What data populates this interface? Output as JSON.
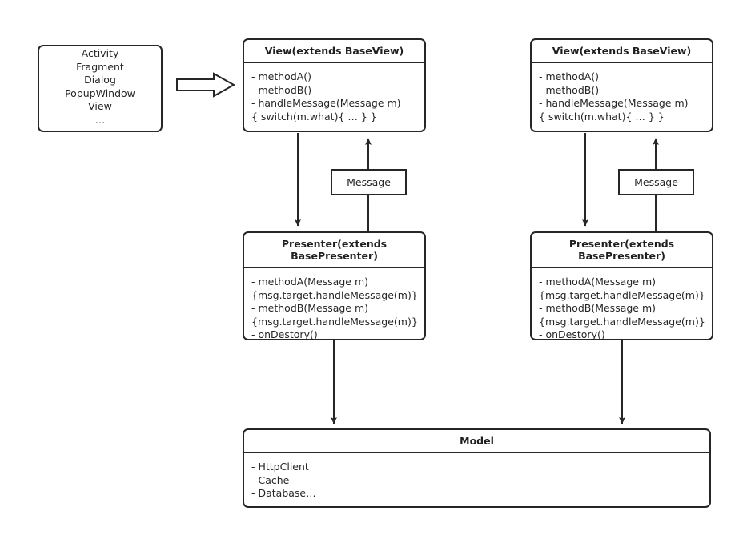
{
  "diagram": {
    "title": "MVP architecture with Message passing",
    "type": "uml-class-diagram",
    "background_color": "#ffffff",
    "stroke_color": "#262626",
    "text_color": "#262626"
  },
  "source_box": {
    "text": "Activity\nFragment\nDialog\nPopupWindow\nView\n…"
  },
  "transition_arrow": {
    "icon": "block-arrow-right"
  },
  "columns": [
    {
      "id": "left",
      "view": {
        "title": "View(extends BaseView)",
        "members": "- methodA()\n- methodB()\n- handleMessage(Message m)\n { switch(m.what){ … } }"
      },
      "message": {
        "label": "Message"
      },
      "presenter": {
        "title": "Presenter(extends\nBasePresenter)",
        "members": "- methodA(Message m)\n{msg.target.handleMessage(m)}\n- methodB(Message m)\n{msg.target.handleMessage(m)}\n- onDestory()"
      }
    },
    {
      "id": "right",
      "view": {
        "title": "View(extends BaseView)",
        "members": "- methodA()\n- methodB()\n- handleMessage(Message m)\n { switch(m.what){ … } }"
      },
      "message": {
        "label": "Message"
      },
      "presenter": {
        "title": "Presenter(extends\nBasePresenter)",
        "members": "- methodA(Message m)\n{msg.target.handleMessage(m)}\n- methodB(Message m)\n{msg.target.handleMessage(m)}\n- onDestory()"
      }
    }
  ],
  "model": {
    "title": "Model",
    "members": "- HttpClient\n- Cache\n- Database…"
  }
}
